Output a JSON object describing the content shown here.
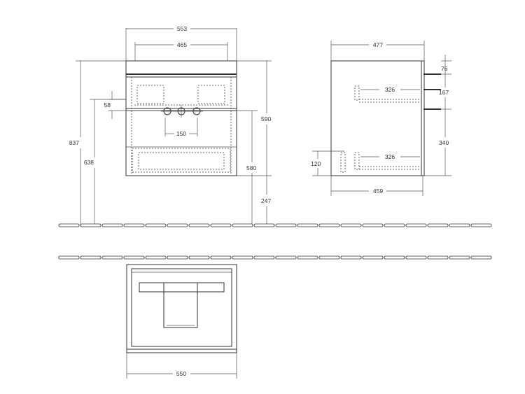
{
  "dimensions": {
    "front_width_total": "553",
    "front_width_inner": "465",
    "front_height_total": "837",
    "front_height_floor": "638",
    "front_tap_offset": "58",
    "front_tap_spacing": "150",
    "front_height_590": "590",
    "front_height_580": "580",
    "front_height_247": "247",
    "side_width_top": "477",
    "side_width_bottom": "459",
    "side_rail_top": "326",
    "side_rail_bottom": "326",
    "side_76": "76",
    "side_167": "167",
    "side_340": "340",
    "side_120": "120",
    "plan_width": "550"
  },
  "colors": {
    "line": "#333333",
    "dash": "#666666",
    "background": "#ffffff"
  }
}
